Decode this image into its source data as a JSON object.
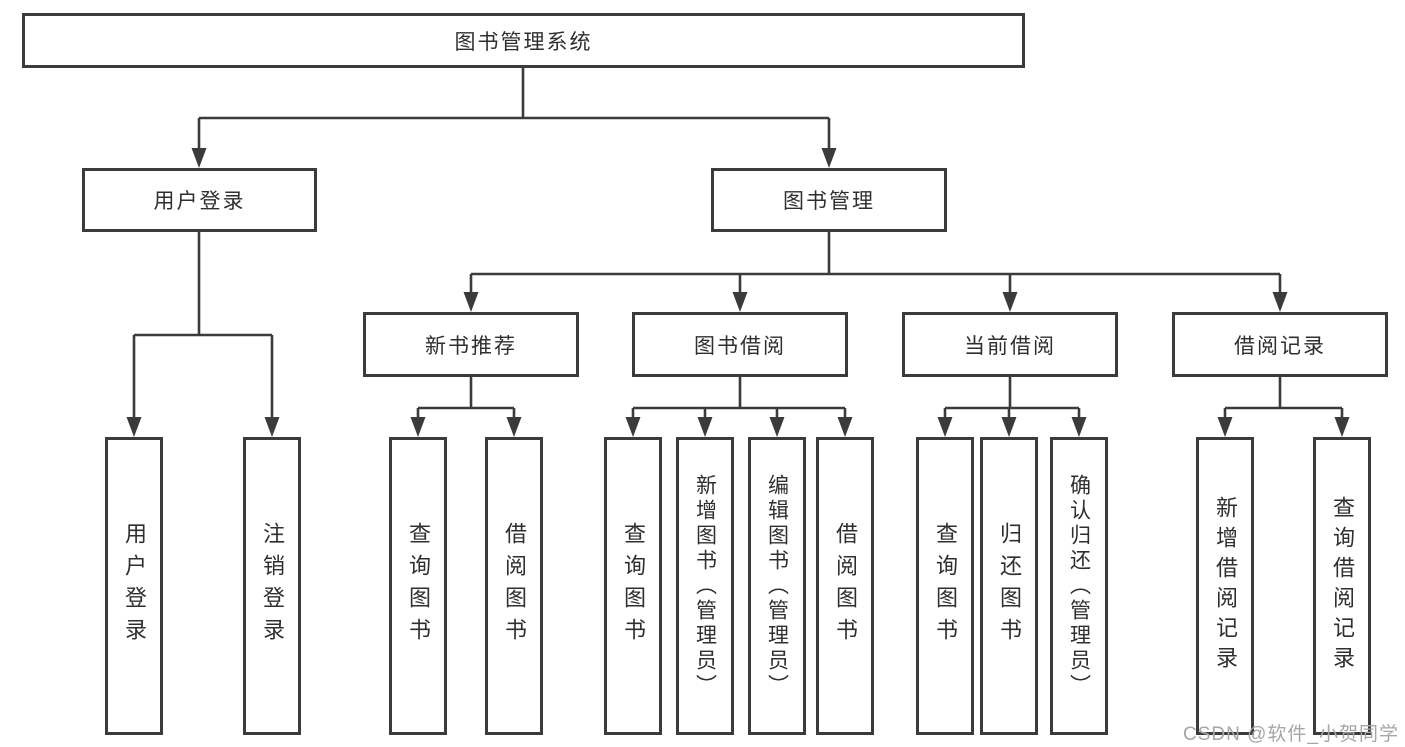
{
  "diagram_title": "图书管理系统",
  "tree": {
    "label": "图书管理系统",
    "children": [
      {
        "label": "用户登录",
        "children": [
          {
            "label": "用户登录"
          },
          {
            "label": "注销登录"
          }
        ]
      },
      {
        "label": "图书管理",
        "children": [
          {
            "label": "新书推荐",
            "children": [
              {
                "label": "查询图书"
              },
              {
                "label": "借阅图书"
              }
            ]
          },
          {
            "label": "图书借阅",
            "children": [
              {
                "label": "查询图书"
              },
              {
                "label": "新增图书（管理员）"
              },
              {
                "label": "编辑图书（管理员）"
              },
              {
                "label": "借阅图书"
              }
            ]
          },
          {
            "label": "当前借阅",
            "children": [
              {
                "label": "查询图书"
              },
              {
                "label": "归还图书"
              },
              {
                "label": "确认归还（管理员）"
              }
            ]
          },
          {
            "label": "借阅记录",
            "children": [
              {
                "label": "新增借阅记录"
              },
              {
                "label": "查询借阅记录"
              }
            ]
          }
        ]
      }
    ]
  },
  "watermark": {
    "text": "CSDN @软件_小贺同学"
  },
  "colors": {
    "line": "#3b3b3b",
    "box_border": "#3b3b3b",
    "text": "#2f2f2f",
    "watermark": "#a6a6a6",
    "background": "#ffffff"
  }
}
